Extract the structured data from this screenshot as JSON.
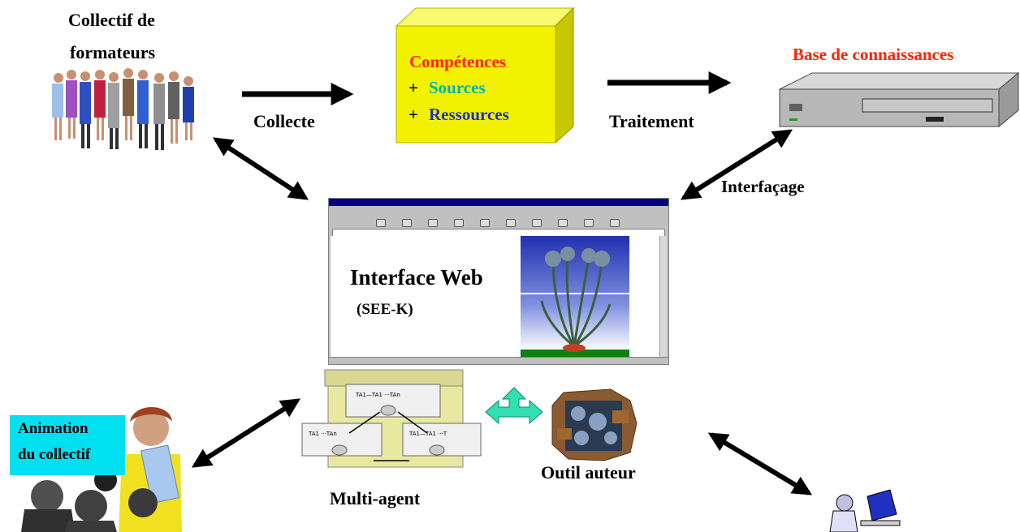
{
  "labels": {
    "collectif_line1": "Collectif de",
    "collectif_line2": "formateurs",
    "collecte": "Collecte",
    "traitement": "Traitement",
    "base_connaissances": "Base de connaissances",
    "interfacage": "Interfaçage",
    "multi_agent": "Multi-agent",
    "outil_auteur": "Outil auteur",
    "animation_line1": "Animation",
    "animation_line2": "du collectif"
  },
  "cube": {
    "line1": "Compétences",
    "line2_plus": "+",
    "line2": "Sources",
    "line3_plus": "+",
    "line3": "Ressources"
  },
  "browser": {
    "title": "Interface Web",
    "subtitle": "(SEE-K)"
  },
  "colors": {
    "cube_face": "#f2f200",
    "competences": "#ff2200",
    "sources": "#00b4b4",
    "ressources": "#2030c0",
    "base": "#ff2200",
    "animation_bg": "#00e0f0",
    "teal_arrow": "#30e0b0"
  }
}
